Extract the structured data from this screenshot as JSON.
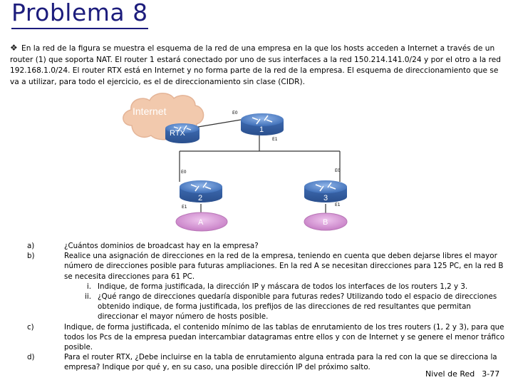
{
  "slide": {
    "title": "Problema 8",
    "intro": "En la red de la figura se muestra el esquema de la red de una empresa en la que los hosts acceden a Internet a través de un router (1) que soporta NAT. El router 1 estará conectado por uno de sus interfaces a la red 150.214.141.0/24 y por el otro a la red 192.168.1.0/24. El router RTX está en Internet y no forma parte de la red de la empresa. El esquema de direccionamiento que se va a utilizar, para todo el ejercicio, es el de direccionamiento sin clase (CIDR)."
  },
  "diagram": {
    "cloud_label": "Internet",
    "rtx_label": "RTX",
    "r1": {
      "num": "1",
      "e0": "E0",
      "e1": "E1"
    },
    "r2": {
      "num": "2",
      "e0": "E0",
      "e1": "E1"
    },
    "r3": {
      "num": "3",
      "e0": "E0",
      "e1": "E1"
    },
    "net_a": "A",
    "net_b": "B"
  },
  "questions": {
    "a": {
      "label": "a)",
      "text": "¿Cuántos dominios de broadcast hay en la empresa?"
    },
    "b": {
      "label": "b)",
      "text": "Realice una asignación de direcciones en la red de la empresa, teniendo en cuenta que deben dejarse libres el mayor número de direcciones posible para futuras ampliaciones. En la red A se necesitan direcciones para 125 PC, en la red B se necesita direcciones para 61 PC."
    },
    "b_i": {
      "label": "i.",
      "text": "Indique, de forma justificada, la dirección IP y máscara de todos los interfaces de los routers 1,2 y 3."
    },
    "b_ii": {
      "label": "ii.",
      "text": "¿Qué rango de direcciones quedaría disponible para futuras redes? Utilizando todo el espacio de direcciones obtenido indique, de forma justificada, los prefijos de las direcciones de red resultantes que permitan direccionar el mayor número de hosts posible."
    },
    "c": {
      "label": "c)",
      "text": "Indique, de forma justificada, el contenido mínimo de las tablas de enrutamiento de los tres routers (1, 2 y 3), para que todos los Pcs de la empresa puedan intercambiar datagramas entre ellos y con de Internet y se genere el menor tráfico posible."
    },
    "d": {
      "label": "d)",
      "text": "Para el router RTX, ¿Debe incluirse en la tabla de enrutamiento alguna entrada para la red con la que se direcciona la empresa? Indique por qué y, en su caso, una posible dirección IP del próximo salto."
    }
  },
  "footer": {
    "section": "Nivel de Red",
    "page": "3-77"
  },
  "colors": {
    "title": "#1c1c7c",
    "router": "#4f7fc7",
    "cloud": "#f2c9ad",
    "lan": "#d99bd8"
  }
}
